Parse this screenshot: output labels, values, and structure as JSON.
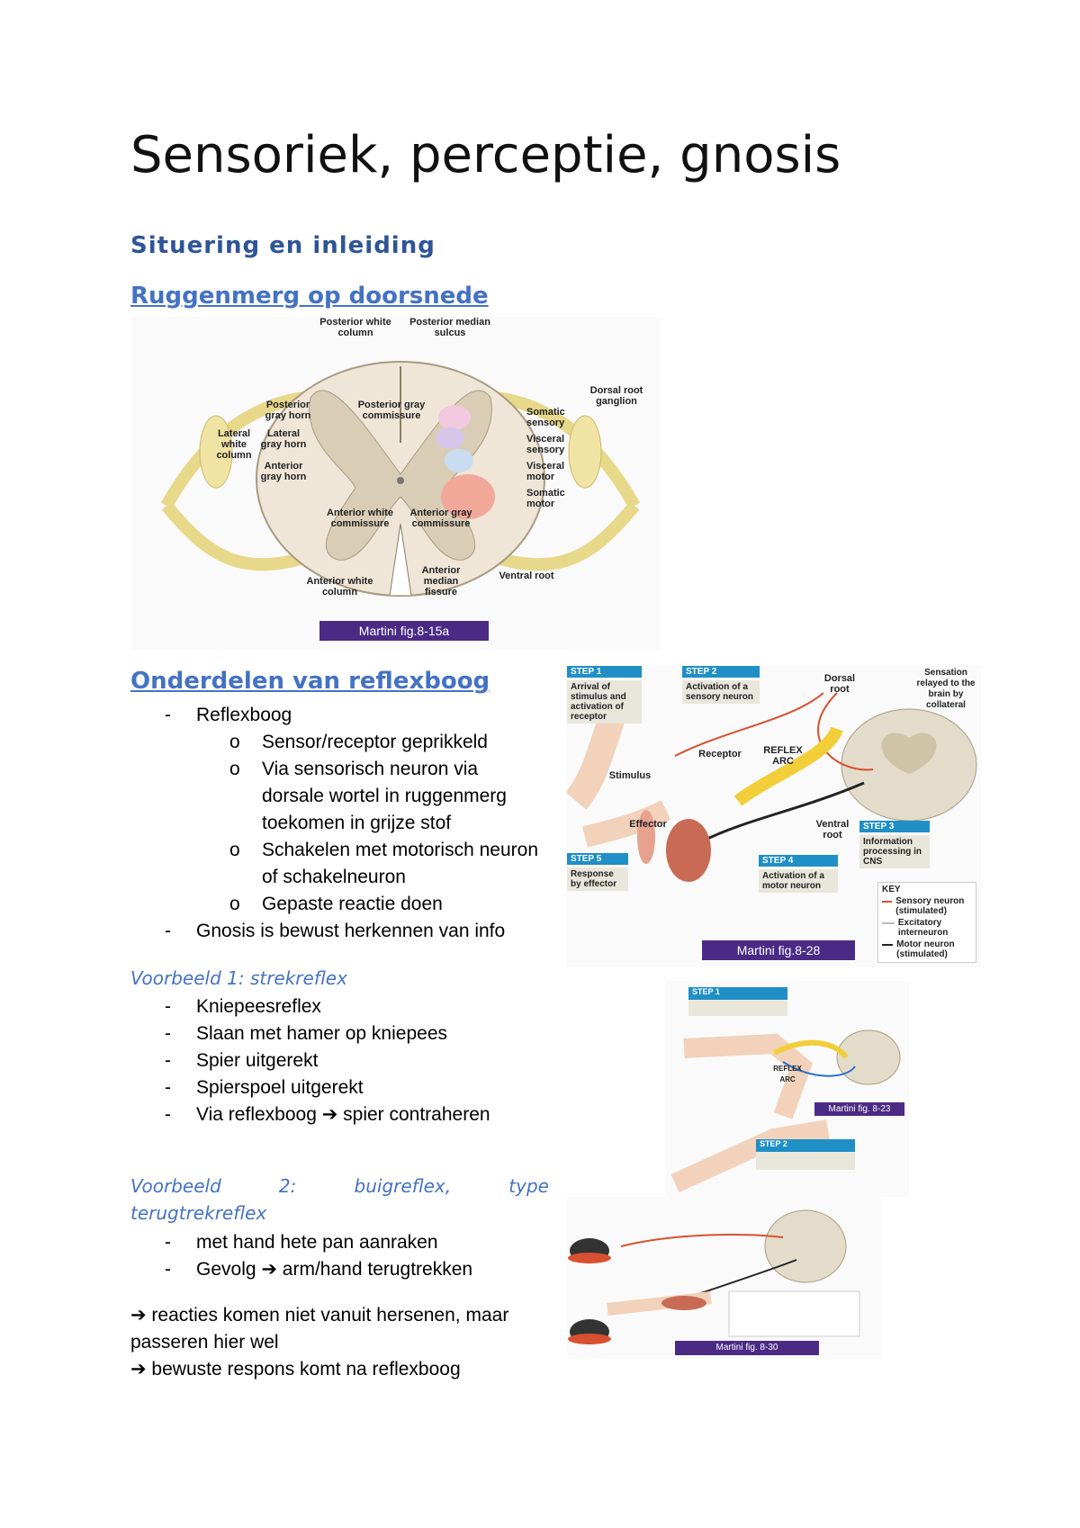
{
  "title": "Sensoriek, perceptie, gnosis",
  "section_heading": "Situering en inleiding",
  "sub1": "Ruggenmerg op doorsnede",
  "fig1": {
    "caption": "Martini fig.8-15a",
    "labels": {
      "posterior_white_column": "Posterior white column",
      "posterior_median_sulcus": "Posterior median sulcus",
      "dorsal_root_ganglion": "Dorsal root ganglion",
      "posterior_gray_horn": "Posterior gray horn",
      "posterior_gray_commissure": "Posterior gray commissure",
      "lateral_white_column": "Lateral white column",
      "lateral_gray_horn": "Lateral gray horn",
      "anterior_gray_horn": "Anterior gray horn",
      "somatic_sensory": "Somatic sensory",
      "visceral_sensory": "Visceral sensory",
      "visceral_motor": "Visceral motor",
      "somatic_motor": "Somatic motor",
      "anterior_white_commissure": "Anterior white commissure",
      "anterior_gray_commissure": "Anterior gray commissure",
      "anterior_white_column": "Anterior white column",
      "anterior_median_fissure": "Anterior median fissure",
      "ventral_root": "Ventral root"
    }
  },
  "sub2": "Onderdelen van reflexboog",
  "reflex_list": {
    "item1": "Reflexboog",
    "sub": [
      "Sensor/receptor geprikkeld",
      "Via sensorisch neuron via dorsale wortel in ruggenmerg toekomen in grijze stof",
      "Schakelen met motorisch neuron of schakelneuron",
      "Gepaste reactie doen"
    ],
    "item2": "Gnosis is bewust herkennen van info"
  },
  "fig2": {
    "caption": "Martini fig.8-28",
    "step1_hdr": "STEP 1",
    "step1_txt": "Arrival of stimulus and activation of receptor",
    "step2_hdr": "STEP 2",
    "step2_txt": "Activation of a sensory neuron",
    "step3_hdr": "STEP 3",
    "step3_txt": "Information processing in CNS",
    "step4_hdr": "STEP 4",
    "step4_txt": "Activation of a motor neuron",
    "step5_hdr": "STEP 5",
    "step5_txt": "Response by effector",
    "dorsal_root": "Dorsal root",
    "sensation": "Sensation relayed to the brain by collateral",
    "receptor": "Receptor",
    "reflex_arc": "REFLEX ARC",
    "stimulus": "Stimulus",
    "effector": "Effector",
    "ventral_root": "Ventral root",
    "key_title": "KEY",
    "key_items": [
      "Sensory neuron (stimulated)",
      "Excitatory interneuron",
      "Motor neuron (stimulated)"
    ]
  },
  "ex1": {
    "title": "Voorbeeld 1: strekreflex",
    "items": [
      "Kniepeesreflex",
      "Slaan met hamer op kniepees",
      "Spier uitgerekt",
      "Spierspoel uitgerekt",
      "Via reflexboog ➔ spier contraheren"
    ]
  },
  "fig3": {
    "caption": "Martini fig. 8-23",
    "step1_hdr": "STEP 1",
    "step2_hdr": "STEP 2",
    "reflex_arc": "REFLEX ARC"
  },
  "ex2": {
    "title_words": [
      "Voorbeeld",
      "2:",
      "buigreflex,",
      "type"
    ],
    "title_line2": "terugtrekreflex",
    "items": [
      "met hand hete pan aanraken",
      "Gevolg ➔ arm/hand terugtrekken"
    ]
  },
  "fig4": {
    "caption": "Martini fig. 8-30"
  },
  "conclusion": {
    "line1": "➔ reacties komen niet vanuit hersenen, maar",
    "line2": "passeren hier wel",
    "line3": "➔ bewuste respons komt na reflexboog"
  },
  "colors": {
    "heading": "#2f5597",
    "subheading": "#4472c4",
    "caption_bg": "#4b2a85",
    "nerve": "#f1e3a3",
    "step_blue": "#1f8fc6"
  }
}
